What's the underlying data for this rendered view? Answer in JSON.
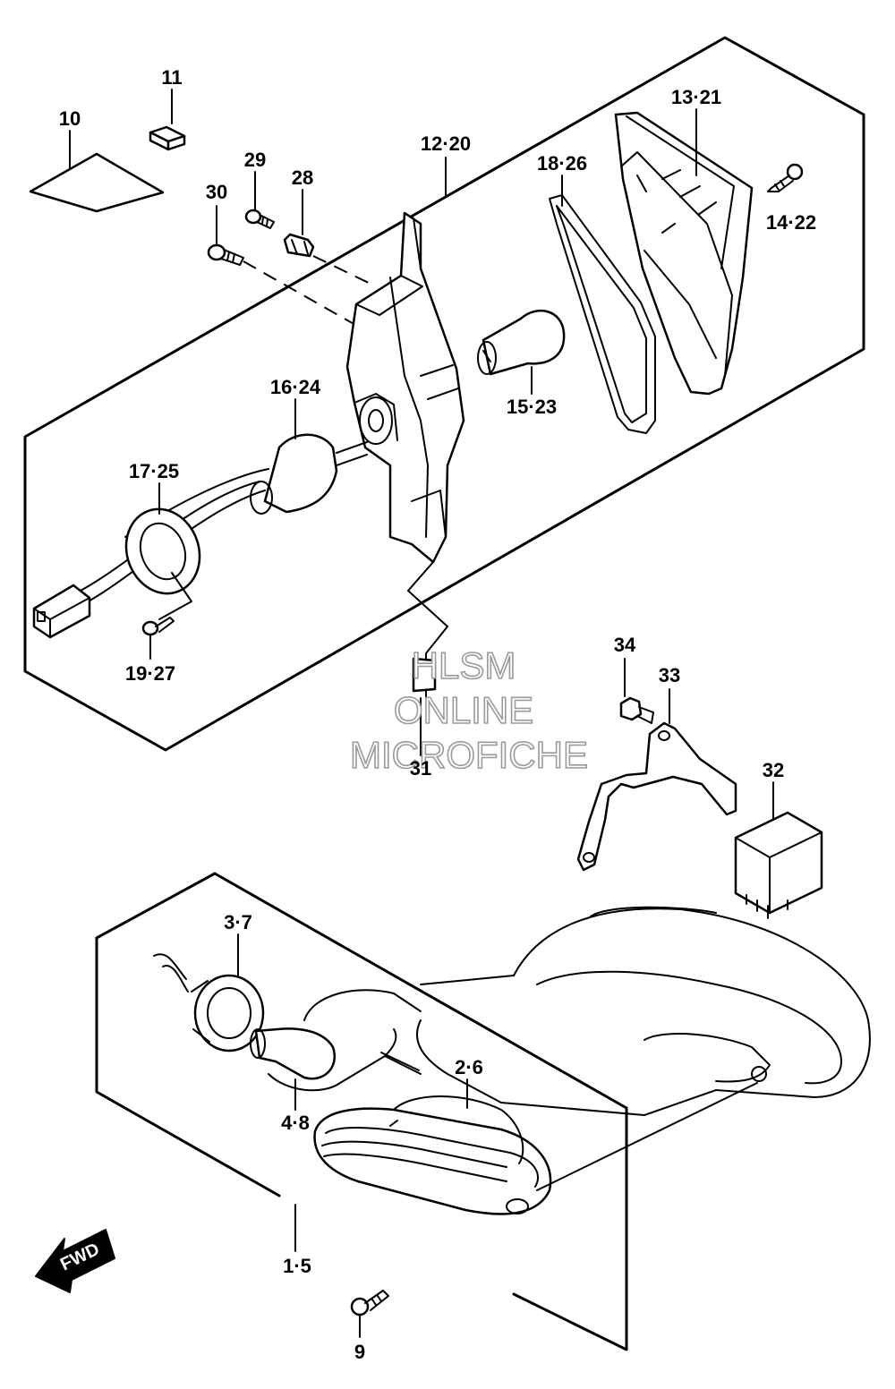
{
  "labels": {
    "p10": "10",
    "p11": "11",
    "p29": "29",
    "p28": "28",
    "p30": "30",
    "p12_20": "12·20",
    "p18_26": "18·26",
    "p13_21": "13·21",
    "p14_22": "14·22",
    "p15_23": "15·23",
    "p16_24": "16·24",
    "p17_25": "17·25",
    "p19_27": "19·27",
    "p31": "31",
    "p34": "34",
    "p33": "33",
    "p32": "32",
    "p3_7": "3·7",
    "p2_6": "2·6",
    "p4_8": "4·8",
    "p1_5": "1·5",
    "p9": "9"
  },
  "watermark": {
    "line1": "HLSM",
    "line2": "ONLINE",
    "line3": "MICROFICHE"
  },
  "direction_arrow": "FWD"
}
